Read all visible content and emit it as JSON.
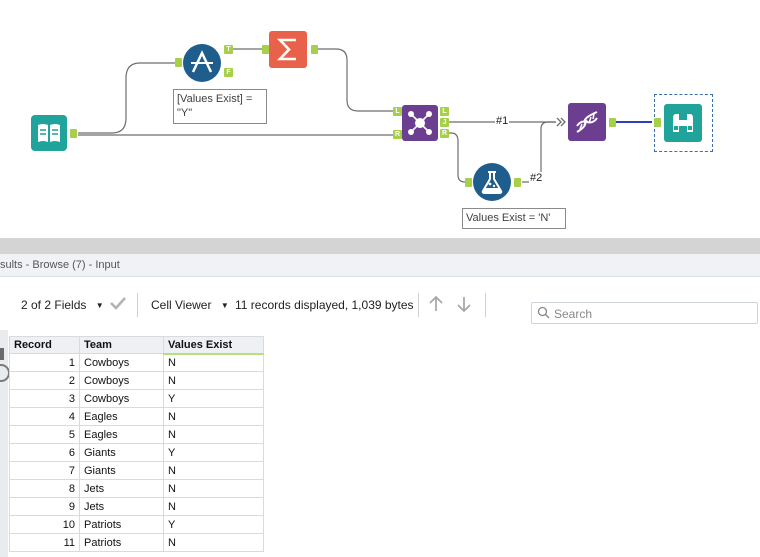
{
  "canvas": {
    "annotations": {
      "filter": "[Values Exist] =\n\"Y\"",
      "formula": "Values Exist = 'N'"
    },
    "connection_labels": {
      "c1": "#1",
      "c2": "#2"
    },
    "anchors": {
      "true": "T",
      "false": "F",
      "left": "L",
      "join": "J",
      "right": "R"
    },
    "colors": {
      "input": "#1fa39a",
      "filter": "#1e5d8c",
      "summarize": "#e8624b",
      "join": "#6b3e8f",
      "union": "#6b3e8f",
      "formula": "#1e5d8c",
      "browse": "#1fa39a",
      "anchor": "#a6cf4a"
    }
  },
  "results": {
    "title": "sults - Browse (7) - Input",
    "toolbar": {
      "fields_label": "2 of 2 Fields",
      "viewer_label": "Cell Viewer",
      "records_info": "11 records displayed, 1,039 bytes"
    },
    "search": {
      "placeholder": "Search"
    },
    "columns": [
      "Record",
      "Team",
      "Values Exist"
    ],
    "rows": [
      [
        "1",
        "Cowboys",
        "N"
      ],
      [
        "2",
        "Cowboys",
        "N"
      ],
      [
        "3",
        "Cowboys",
        "Y"
      ],
      [
        "4",
        "Eagles",
        "N"
      ],
      [
        "5",
        "Eagles",
        "N"
      ],
      [
        "6",
        "Giants",
        "Y"
      ],
      [
        "7",
        "Giants",
        "N"
      ],
      [
        "8",
        "Jets",
        "N"
      ],
      [
        "9",
        "Jets",
        "N"
      ],
      [
        "10",
        "Patriots",
        "Y"
      ],
      [
        "11",
        "Patriots",
        "N"
      ]
    ]
  }
}
